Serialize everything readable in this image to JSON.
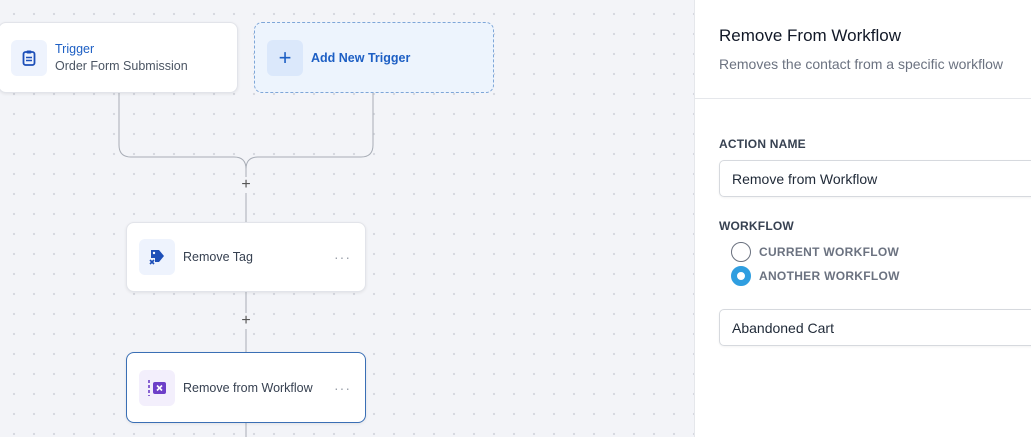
{
  "canvas": {
    "trigger": {
      "title": "Trigger",
      "subtitle": "Order Form Submission",
      "icon": "clipboard-icon"
    },
    "add_trigger": {
      "label": "Add New Trigger",
      "icon": "plus-icon"
    },
    "actions": [
      {
        "label": "Remove Tag",
        "icon": "tag-remove-icon",
        "selected": false
      },
      {
        "label": "Remove from Workflow",
        "icon": "workflow-remove-icon",
        "selected": true
      }
    ],
    "add_step_symbol": "+",
    "more_symbol": "···"
  },
  "panel": {
    "title": "Remove From Workflow",
    "subtitle": "Removes the contact from a specific workflow",
    "action_name_label": "ACTION NAME",
    "action_name_value": "Remove from Workflow",
    "workflow_label": "WORKFLOW",
    "workflow_options": [
      {
        "label": "CURRENT WORKFLOW",
        "checked": false
      },
      {
        "label": "ANOTHER WORKFLOW",
        "checked": true
      }
    ],
    "workflow_select_value": "Abandoned Cart"
  },
  "colors": {
    "accent": "#2f9ee0",
    "link": "#1d5fc4",
    "selected_border": "#3a6fb5"
  }
}
